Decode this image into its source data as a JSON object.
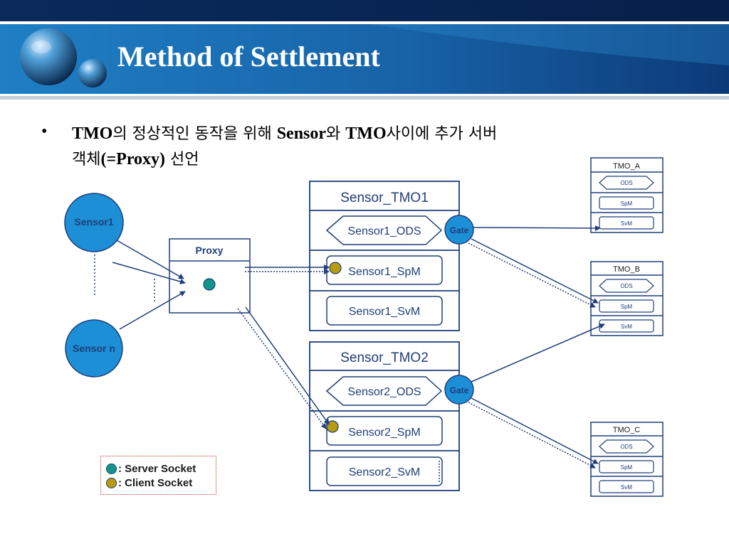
{
  "title": "Method of Settlement",
  "bullet": {
    "marker": "•",
    "tmo1": "TMO",
    "text1": "의 정상적인 동작을 위해 ",
    "sensor": "Sensor",
    "text2": "와 ",
    "tmo2": "TMO",
    "text3": "사이에 추가 서버",
    "text4": "객체",
    "proxy": "(=Proxy)",
    "text5": " 선언"
  },
  "diagram": {
    "sensor1": "Sensor1",
    "sensorN": "Sensor n",
    "proxy": "Proxy",
    "tmo1": {
      "title": "Sensor_TMO1",
      "ods": "Sensor1_ODS",
      "spm": "Sensor1_SpM",
      "svm": "Sensor1_SvM",
      "gate": "Gate"
    },
    "tmo2": {
      "title": "Sensor_TMO2",
      "ods": "Sensor2_ODS",
      "spm": "Sensor2_SpM",
      "svm": "Sensor2_SvM",
      "gate": "Gate"
    },
    "tmoA": {
      "title": "TMO_A",
      "ods": "ODS",
      "spm": "SpM",
      "svm": "SvM"
    },
    "tmoB": {
      "title": "TMO_B",
      "ods": "ODS",
      "spm": "SpM",
      "svm": "SvM"
    },
    "tmoC": {
      "title": "TMO_C",
      "ods": "ODS",
      "spm": "SpM",
      "svm": "SvM"
    }
  },
  "legend": {
    "server": ": Server Socket",
    "client": ": Client Socket"
  },
  "colors": {
    "header_dark": "#0b2f63",
    "header_light": "#1a73b8",
    "node_fill": "#1c8fd6",
    "line": "#1f3e7a",
    "server_socket": "#13958d",
    "client_socket": "#b89b10",
    "legend_border": "#c0392b"
  }
}
